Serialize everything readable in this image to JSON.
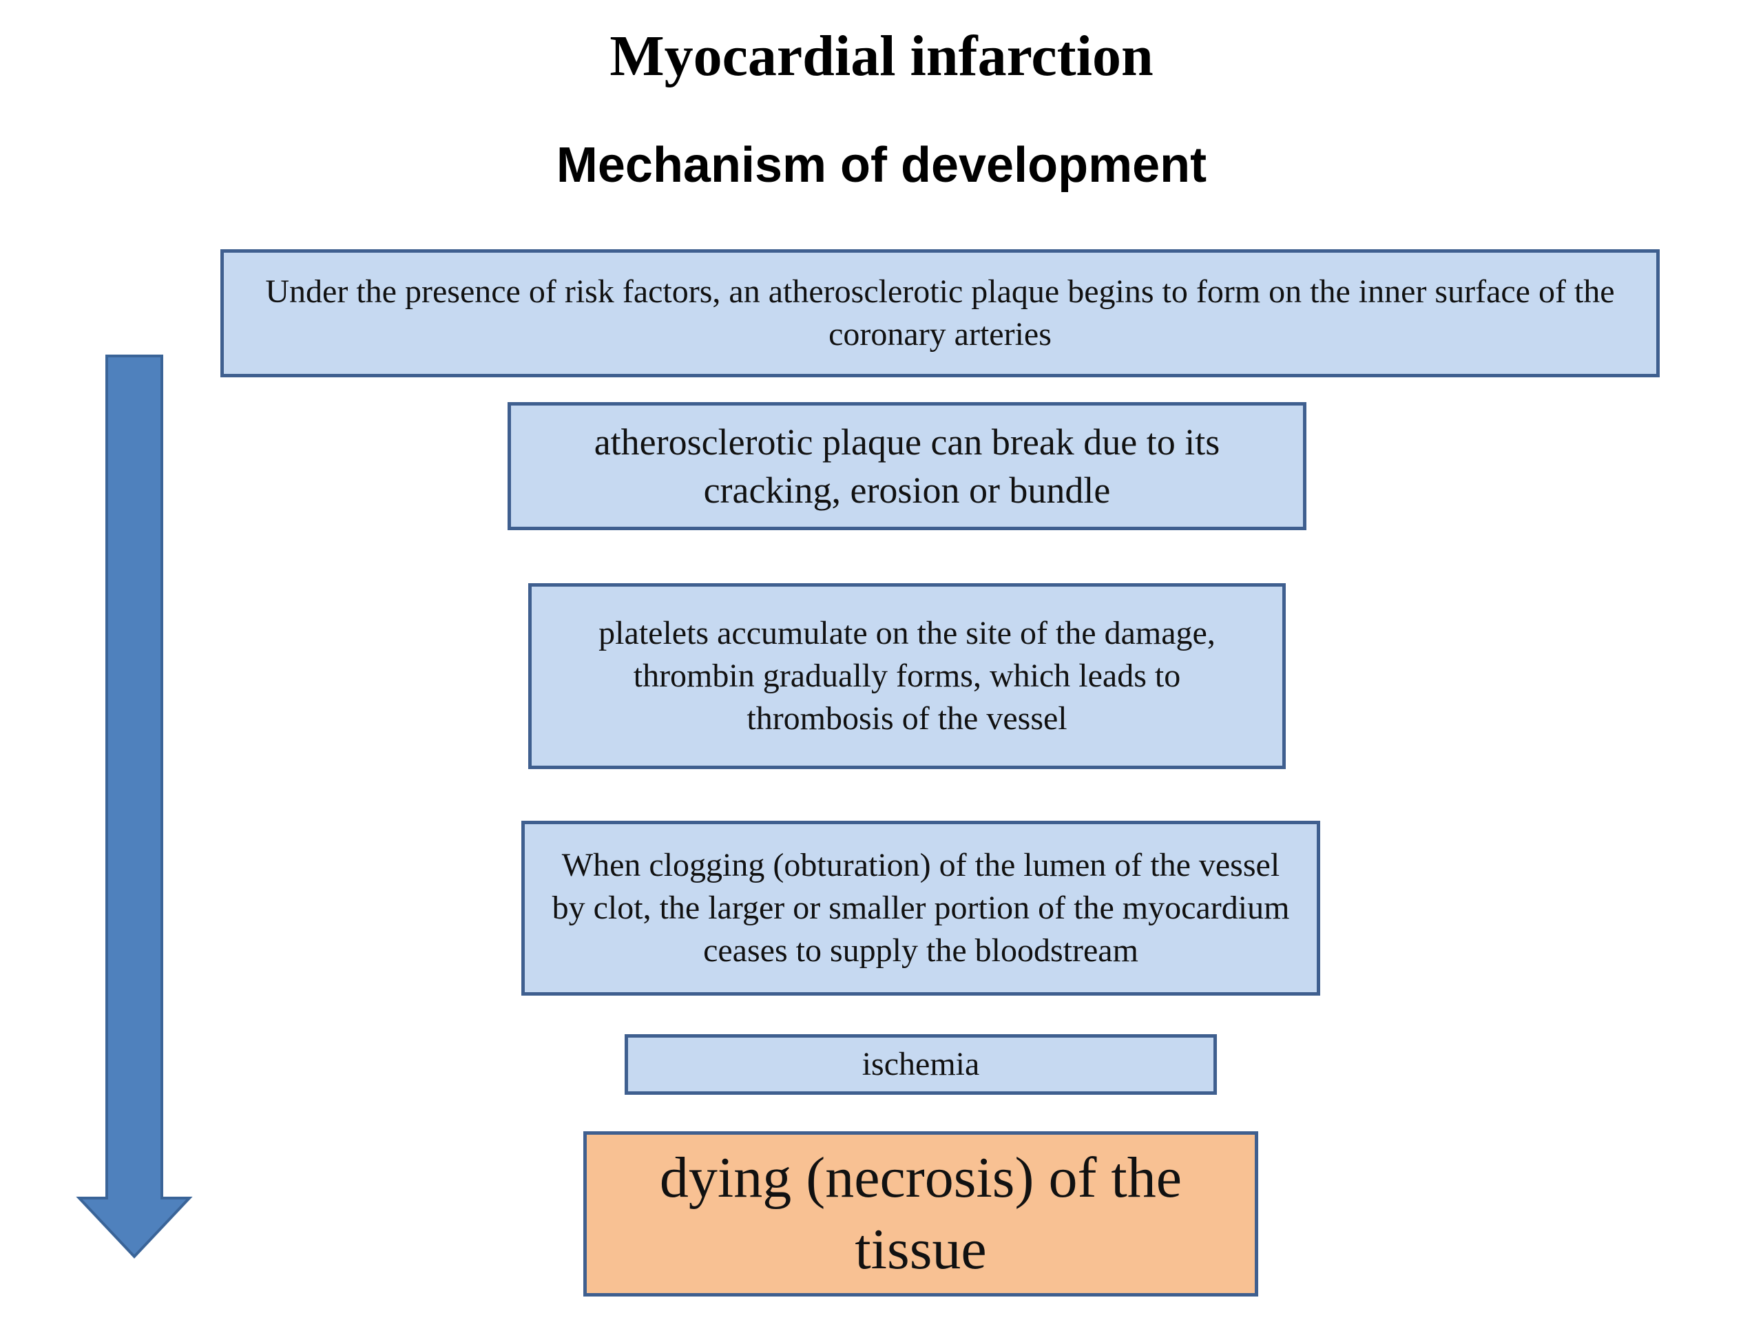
{
  "title": "Myocardial infarction",
  "subtitle": "Mechanism  of development",
  "steps": [
    {
      "text": "Under the presence of risk factors, an atherosclerotic plaque begins to form on the inner surface of the coronary arteries"
    },
    {
      "text": "atherosclerotic plaque can break due to its cracking, erosion or bundle"
    },
    {
      "text": "platelets accumulate on the site of the damage, thrombin gradually forms, which leads to thrombosis of the vessel"
    },
    {
      "text": "When clogging (obturation) of the lumen of the vessel by clot, the larger or smaller portion of the myocardium ceases to supply the bloodstream"
    },
    {
      "text": "ischemia"
    },
    {
      "text": "dying (necrosis) of the tissue"
    }
  ],
  "colors": {
    "step_fill": "#c6d9f1",
    "step_border": "#3f5f8f",
    "final_fill": "#f8c193",
    "arrow_fill": "#4f81bd"
  }
}
